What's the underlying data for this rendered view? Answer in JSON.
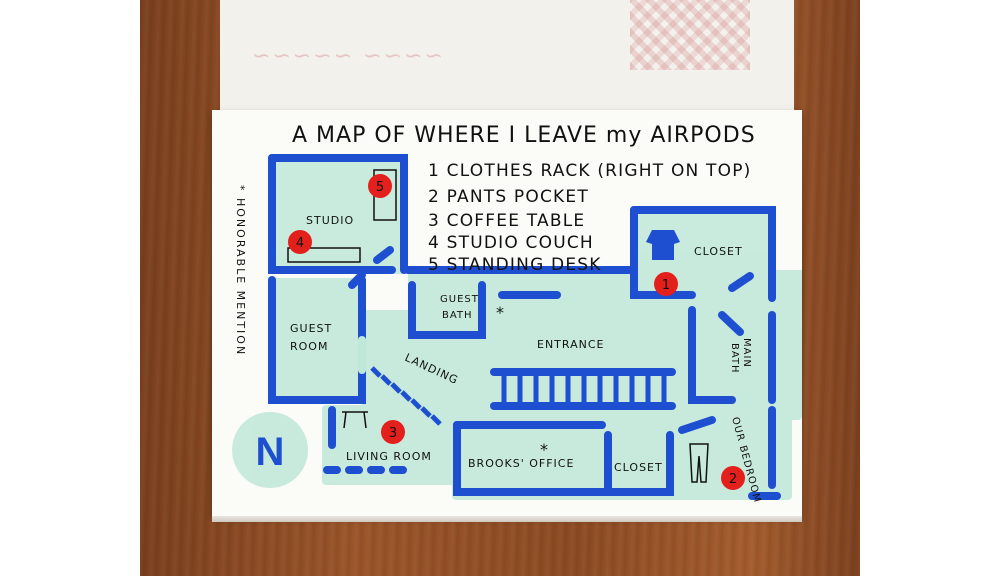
{
  "title": "A MAP OF WHERE I LEAVE my AIRPODS",
  "legend": [
    {
      "num": "1",
      "text": "CLOTHES RACK (RIGHT ON TOP)"
    },
    {
      "num": "2",
      "text": "PANTS POCKET"
    },
    {
      "num": "3",
      "text": "COFFEE TABLE"
    },
    {
      "num": "4",
      "text": "STUDIO COUCH"
    },
    {
      "num": "5",
      "text": "STANDING DESK"
    }
  ],
  "side_note": "* HONORABLE MENTION",
  "rooms": {
    "studio": "STUDIO",
    "guest_room": [
      "GUEST",
      "ROOM"
    ],
    "guest_bath": [
      "GUEST",
      "BATH"
    ],
    "entrance": "ENTRANCE",
    "landing": "LANDING",
    "living_room": "LIVING ROOM",
    "brooks_office": "BROOKS' OFFICE",
    "closet_lower": "CLOSET",
    "closet_upper": "CLOSET",
    "main_bath": [
      "MAIN",
      "BATH"
    ],
    "our_bedroom": "OUR BEDROOM"
  },
  "markers": {
    "m1": "1",
    "m2": "2",
    "m3": "3",
    "m4": "4",
    "m5": "5"
  },
  "asterisk": "*",
  "compass": "N",
  "colors": {
    "wall": "#1f4fd1",
    "floor": "#bfe8d8",
    "marker": "#e3201b",
    "ink": "#111111",
    "wood": "#8c4a22"
  }
}
